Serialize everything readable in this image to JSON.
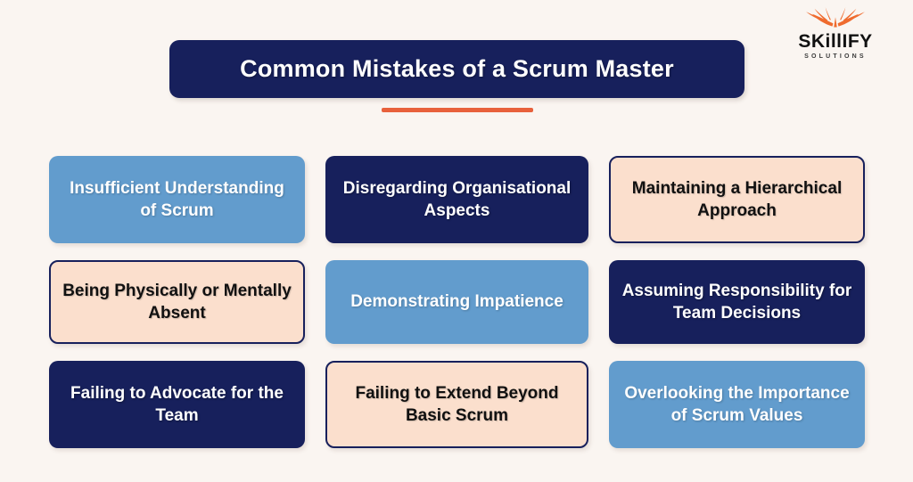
{
  "background_color": "#faf5f1",
  "brand": {
    "logo_icon": "open-book-burst-icon",
    "name": "SKillIFY",
    "tagline": "SOLUTIONS",
    "accent_color": "#e8613c"
  },
  "header": {
    "title": "Common Mistakes of a Scrum Master",
    "banner_color": "#17205c",
    "title_color": "#ffffff",
    "underline_color": "#e8613c"
  },
  "palette": {
    "navy": "#17205c",
    "blue": "#629ccd",
    "peach": "#fbdfcd",
    "orange": "#e8613c"
  },
  "cards": [
    {
      "label": "Insufficient Understanding of Scrum",
      "style": "blue"
    },
    {
      "label": "Disregarding Organisational Aspects",
      "style": "navy"
    },
    {
      "label": "Maintaining a Hierarchical Approach",
      "style": "peach"
    },
    {
      "label": "Being Physically or Mentally Absent",
      "style": "peach"
    },
    {
      "label": "Demonstrating Impatience",
      "style": "blue"
    },
    {
      "label": "Assuming Responsibility for Team Decisions",
      "style": "navy"
    },
    {
      "label": "Failing to Advocate for the Team",
      "style": "navy"
    },
    {
      "label": "Failing to Extend Beyond Basic Scrum",
      "style": "peach"
    },
    {
      "label": "Overlooking the Importance of Scrum Values",
      "style": "blue"
    }
  ]
}
